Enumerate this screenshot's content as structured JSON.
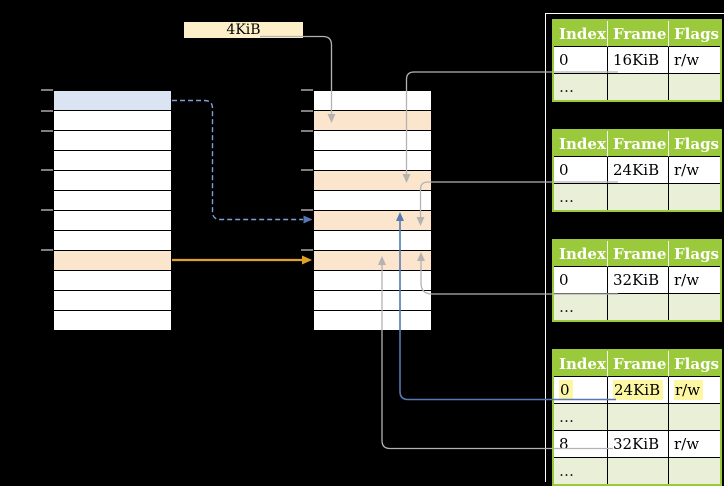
{
  "colors": {
    "green": "#9aca3b",
    "light_green": "#e9f0d7",
    "peach_row": "#fce5cd",
    "blue_row": "#dae4f3",
    "cream": "#fdf0c9",
    "yellow_highlight": "#fdf6a2",
    "gray_line": "#b3b3b3",
    "blue_line": "#5578b5",
    "dashed_blue": "#7f9fd6",
    "orange_line": "#e0a226"
  },
  "page_size_label": "4KiB",
  "memory": {
    "left_rows": [
      "blue",
      "white",
      "white",
      "white",
      "white",
      "white",
      "white",
      "white",
      "peach",
      "white",
      "white",
      "white"
    ],
    "middle_rows": [
      "white",
      "peach",
      "white",
      "white",
      "peach",
      "white",
      "peach",
      "white",
      "peach",
      "white",
      "white",
      "white"
    ]
  },
  "frame_tables": {
    "headers": [
      "Index",
      "Frame",
      "Flags"
    ],
    "tables": [
      {
        "rows": [
          {
            "cells": [
              "0",
              "16KiB",
              "r/w"
            ],
            "highlight": false
          },
          {
            "cells": [
              "…",
              "",
              ""
            ],
            "highlight": false
          }
        ]
      },
      {
        "rows": [
          {
            "cells": [
              "0",
              "24KiB",
              "r/w"
            ],
            "highlight": false
          },
          {
            "cells": [
              "…",
              "",
              ""
            ],
            "highlight": false
          }
        ]
      },
      {
        "rows": [
          {
            "cells": [
              "0",
              "32KiB",
              "r/w"
            ],
            "highlight": false
          },
          {
            "cells": [
              "…",
              "",
              ""
            ],
            "highlight": false
          }
        ]
      },
      {
        "rows": [
          {
            "cells": [
              "0",
              "24KiB",
              "r/w"
            ],
            "highlight": true
          },
          {
            "cells": [
              "…",
              "",
              ""
            ],
            "highlight": false
          },
          {
            "cells": [
              "8",
              "32KiB",
              "r/w"
            ],
            "highlight": false
          },
          {
            "cells": [
              "…",
              "",
              ""
            ],
            "highlight": false
          }
        ]
      }
    ]
  }
}
